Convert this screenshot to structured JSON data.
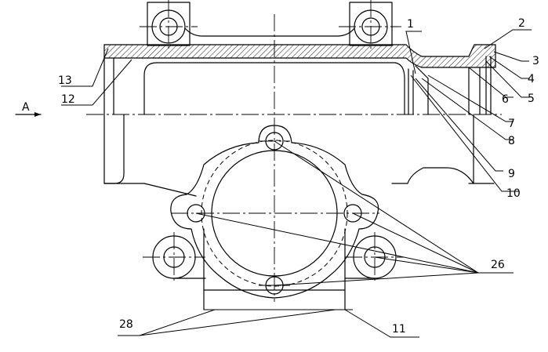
{
  "view_label": "A",
  "callouts": {
    "c1": "1",
    "c2": "2",
    "c3": "3",
    "c4": "4",
    "c5": "5",
    "c6": "6",
    "c7": "7",
    "c8": "8",
    "c9": "9",
    "c10": "10",
    "c11": "11",
    "c12": "12",
    "c13": "13",
    "c26": "26",
    "c28": "28"
  }
}
